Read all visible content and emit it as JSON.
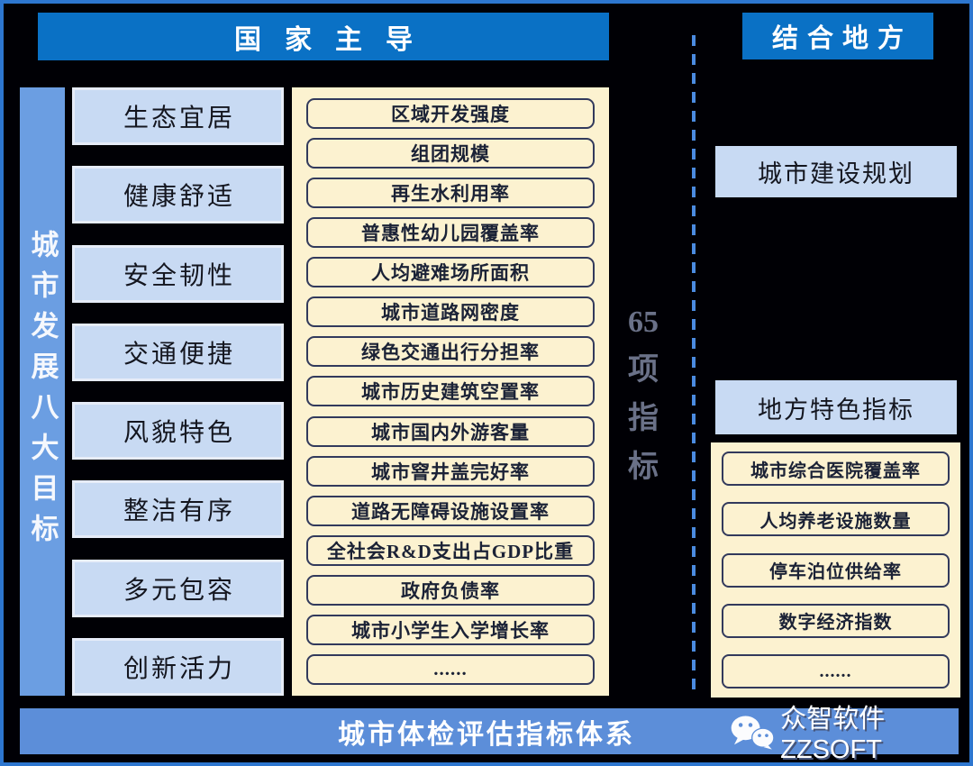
{
  "header": {
    "national": "国家主导",
    "local": "结合地方"
  },
  "left_bar": {
    "label": "城市发展八大目标"
  },
  "goals": [
    "生态宜居",
    "健康舒适",
    "安全韧性",
    "交通便捷",
    "风貌特色",
    "整洁有序",
    "多元包容",
    "创新活力"
  ],
  "national_indicators": [
    "区域开发强度",
    "组团规模",
    "再生水利用率",
    "普惠性幼儿园覆盖率",
    "人均避难场所面积",
    "城市道路网密度",
    "绿色交通出行分担率",
    "城市历史建筑空置率",
    "城市国内外游客量",
    "城市窨井盖完好率",
    "道路无障碍设施设置率",
    "全社会R&D支出占GDP比重",
    "政府负债率",
    "城市小学生入学增长率",
    "......"
  ],
  "indicator_count": {
    "segments": [
      "65",
      "项",
      "指",
      "标"
    ]
  },
  "right": {
    "plan_label": "城市建设规划",
    "local_label": "地方特色指标",
    "local_indicators": [
      "城市综合医院覆盖率",
      "人均养老设施数量",
      "停车泊位供给率",
      "数字经济指数",
      "......"
    ]
  },
  "footer": {
    "title": "城市体检评估指标体系",
    "brand": "众智软件ZZSOFT",
    "icon": "wechat-logo"
  },
  "colors": {
    "header_blue": "#0a71c5",
    "side_bar_blue": "#6b9ee2",
    "goal_box_blue": "#c8daf3",
    "panel_cream": "#fcf2d0",
    "outline_navy": "#323a5c",
    "footer_blue": "#5c8ed9",
    "dashed_blue": "#4b8be0",
    "frame_blue": "#2d76cf"
  }
}
